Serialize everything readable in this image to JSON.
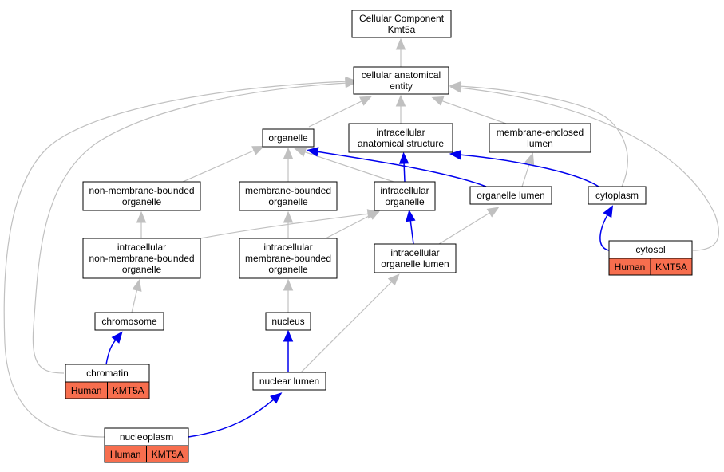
{
  "nodes": {
    "root": [
      "Cellular Component",
      "Kmt5a"
    ],
    "cae": [
      "cellular anatomical",
      "entity"
    ],
    "organelle": [
      "organelle"
    ],
    "ias": [
      "intracellular",
      "anatomical structure"
    ],
    "mel": [
      "membrane-enclosed",
      "lumen"
    ],
    "nmbo": [
      "non-membrane-bounded",
      "organelle"
    ],
    "mbo": [
      "membrane-bounded",
      "organelle"
    ],
    "io": [
      "intracellular",
      "organelle"
    ],
    "ol": [
      "organelle lumen"
    ],
    "cytoplasm": [
      "cytoplasm"
    ],
    "inmbo": [
      "intracellular",
      "non-membrane-bounded",
      "organelle"
    ],
    "imbo": [
      "intracellular",
      "membrane-bounded",
      "organelle"
    ],
    "iol": [
      "intracellular",
      "organelle lumen"
    ],
    "cytosol": [
      "cytosol"
    ],
    "chromosome": [
      "chromosome"
    ],
    "nucleus": [
      "nucleus"
    ],
    "chromatin": [
      "chromatin"
    ],
    "nuclear_lumen": [
      "nuclear lumen"
    ],
    "nucleoplasm": [
      "nucleoplasm"
    ]
  },
  "annotations": {
    "cytosol": [
      "Human",
      "KMT5A"
    ],
    "chromatin": [
      "Human",
      "KMT5A"
    ],
    "nucleoplasm": [
      "Human",
      "KMT5A"
    ]
  },
  "colors": {
    "is_a_edge": "#c0c0c0",
    "part_of_edge": "#0000ee",
    "annotation_fill": "#f76e4e"
  }
}
